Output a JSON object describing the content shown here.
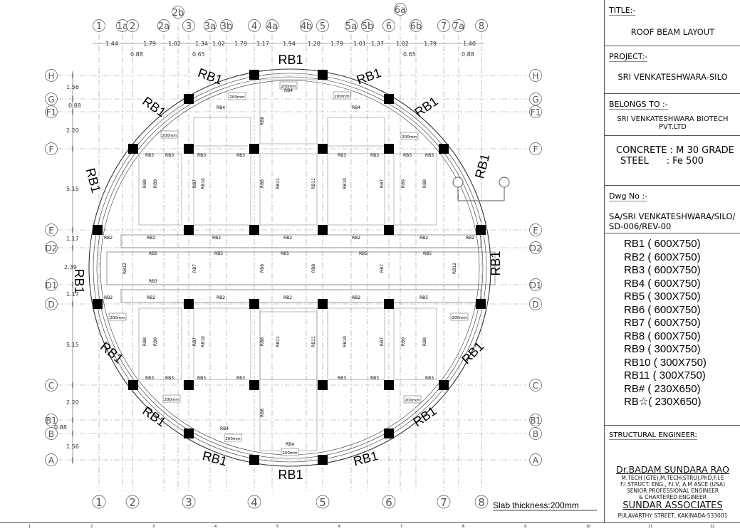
{
  "title_block": {
    "title_label": "TITLE:-",
    "title": "ROOF BEAM LAYOUT",
    "project_label": "PROJECT:-",
    "project": "SRI VENKATESHWARA-SILO",
    "belongs_label": "BELONGS TO :-",
    "belongs_line1": "SRI VENKATESHWARA BIOTECH",
    "belongs_line2": "PVT.LTD",
    "concrete": "CONCRETE : M 30 GRADE",
    "steel": "STEEL      : Fe 500",
    "dwg_label": "Dwg No :-",
    "dwg_line1": "SA/SRI VENKATESHWARA/SILO/",
    "dwg_line2": "SD-006/REV-00",
    "engineer_label": "STRUCTURAL ENGINEER:",
    "engineer_name": "Dr.BADAM SUNDARA RAO",
    "engineer_q1": "M.TECH (GTE),M.TECH(STRU),PhD,F.I.E",
    "engineer_q2": "F.I STRUCT. ENG., F.I.V, A.M ASCE (USA)",
    "engineer_q3": "SENIOR PROFESSIONAL ENGINEER",
    "engineer_q4": "& CHARTERED ENGINEER",
    "firm": "SUNDAR ASSOCIATES",
    "address": "PULAVARTHY STREET, KAKINADA-533001"
  },
  "legend": [
    "RB1 ( 600X750)",
    "RB2 ( 600X750)",
    "RB3 ( 600X750)",
    "RB4 ( 600X750)",
    "RB5 ( 300X750)",
    "RB6 ( 600X750)",
    "RB7 ( 600X750)",
    "RB8 ( 600X750)",
    "RB9 ( 300X750)",
    "RB10 ( 300X750)",
    "RB11 ( 300X750)",
    "RB# ( 230X650)",
    "RB☆( 230X650)"
  ],
  "grid_x": [
    "1",
    "1a",
    "2",
    "2a",
    "2b",
    "3",
    "3a",
    "3b",
    "4",
    "4a",
    "4b",
    "5",
    "5a",
    "5b",
    "6",
    "6a",
    "6b",
    "7",
    "7a",
    "8"
  ],
  "grid_y": [
    "H",
    "G",
    "F1",
    "F",
    "E",
    "D2",
    "D1",
    "D",
    "C",
    "B1",
    "B",
    "A"
  ],
  "bottom_grid": [
    "1",
    "2",
    "3",
    "4",
    "5",
    "6",
    "7",
    "8"
  ],
  "dims_x": [
    "1.44",
    "1.79",
    "1.02",
    "1.34",
    "1.02",
    "1.79",
    "1.17",
    "1.94",
    "1.20",
    "1.79",
    "1.01",
    "1.37",
    "1.02",
    "1.79",
    "1.40"
  ],
  "dims_x_small": [
    "0.88",
    "0.65",
    "0.65",
    "0.88"
  ],
  "dims_y": [
    "1.56",
    "0.88",
    "2.20",
    "5.15",
    "1.17",
    "2.39",
    "1.17",
    "5.15",
    "2.20",
    "0.88",
    "1.56"
  ],
  "ring_beam": "RB1",
  "slab_tag": "200mm",
  "beam_labels": [
    "RB4",
    "RB4",
    "RB4",
    "RB4",
    "RB4",
    "RB3",
    "RB3",
    "RB3",
    "RB3",
    "RB3",
    "RB3",
    "RB3",
    "RB3",
    "RB2",
    "RB2",
    "RB2",
    "RB2",
    "RB2",
    "RB2",
    "RB2",
    "RB2",
    "RB2",
    "RB2",
    "RB2",
    "RB2",
    "RB5",
    "RB5",
    "RB5",
    "RB5",
    "RB5",
    "RB5",
    "RB3",
    "RB3",
    "RB3",
    "RB3",
    "RB3",
    "RB3",
    "RB3",
    "RB3"
  ],
  "beam_labels_v": [
    "RB8",
    "RB9",
    "RB7",
    "RB10",
    "RB8",
    "RB11",
    "RB11",
    "RB8",
    "RB10",
    "RB7",
    "RB9",
    "RB8",
    "RB12",
    "RB7",
    "RB8",
    "RB8",
    "RB7",
    "RB12",
    "RB8",
    "RB9",
    "RB7",
    "RB10",
    "RB8",
    "RB11",
    "RB11",
    "RB8",
    "RB10",
    "RB7",
    "RB9",
    "RB8"
  ],
  "slab_thickness": "Slab thickness:200mm",
  "sheet_cols": [
    "1",
    "2",
    "3",
    "4",
    "5",
    "6",
    "7",
    "8",
    "9",
    "10",
    "11",
    "12"
  ]
}
